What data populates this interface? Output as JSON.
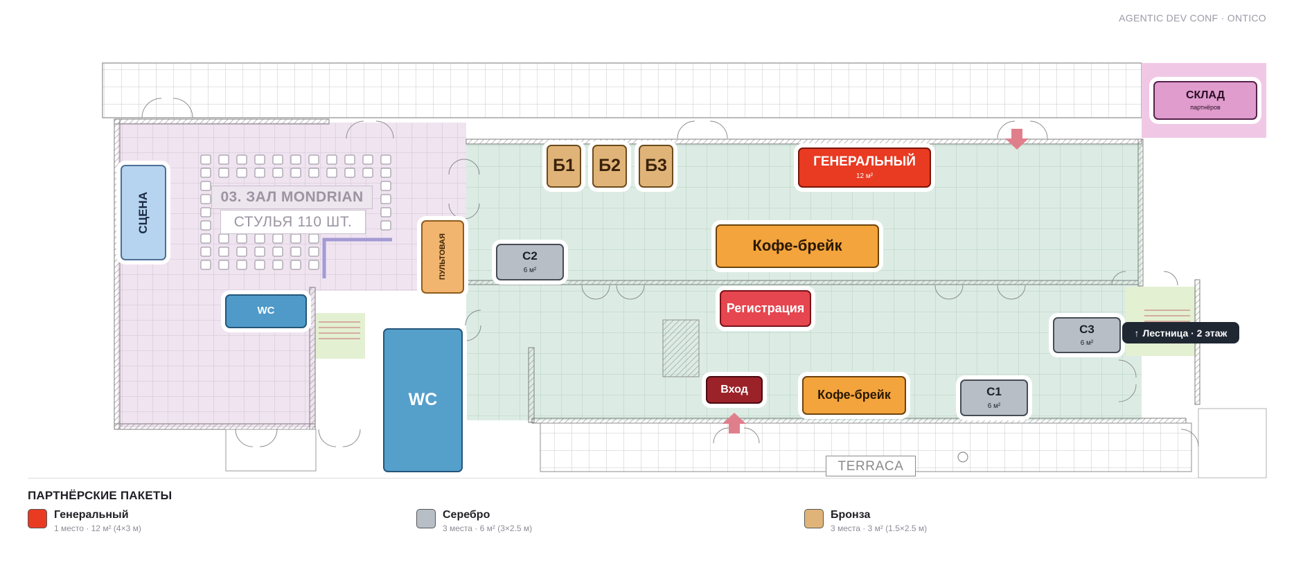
{
  "brand": "AGENTIC DEV CONF · ONTICO",
  "map": {
    "hall_title": "03. ЗАЛ MONDRIAN",
    "hall_chairs": "СТУЛЬЯ 110 ШТ.",
    "terrace": "TERRACA",
    "stairs_label": "Лестница · 2 этаж",
    "stairs_arrow": "↑"
  },
  "zones": {
    "scene": {
      "title": "СЦЕНА"
    },
    "wc_small": {
      "title": "WC"
    },
    "wc_big": {
      "title": "WC"
    },
    "control_room": {
      "title": "ПУЛЬТОВАЯ"
    },
    "c2": {
      "title": "С2",
      "area": "6 м²"
    },
    "c3": {
      "title": "С3",
      "area": "6 м²"
    },
    "c1": {
      "title": "С1",
      "area": "6 м²"
    },
    "b1": {
      "title": "Б1"
    },
    "b2": {
      "title": "Б2"
    },
    "b3": {
      "title": "Б3"
    },
    "general": {
      "title": "ГЕНЕРАЛЬНЫЙ",
      "area": "12 м²"
    },
    "coffee_main": {
      "title": "Кофе-брейк"
    },
    "coffee_second": {
      "title": "Кофе-брейк"
    },
    "registration": {
      "title": "Регистрация"
    },
    "entry": {
      "title": "Вход"
    },
    "storage": {
      "title": "СКЛАД",
      "subtitle": "партнёров"
    }
  },
  "legend": {
    "title": "ПАРТНЁРСКИЕ ПАКЕТЫ",
    "items": [
      {
        "name": "Генеральный",
        "desc": "1 место · 12 м² (4×3 м)",
        "color": "#e93a22"
      },
      {
        "name": "Серебро",
        "desc": "3 места · 6 м² (3×2.5 м)",
        "color": "#b8bec6"
      },
      {
        "name": "Бронза",
        "desc": "3 места · 3 м² (1.5×2.5 м)",
        "color": "#e0b478"
      }
    ]
  },
  "colors": {
    "hall_fill": "#efe4f0",
    "foyer_fill": "#dcece4",
    "storage_zone": "#f0c8e6",
    "stair_zone": "#e3f0d2",
    "arrow": "#e07f8c",
    "stairs_tag": "#1f2733"
  }
}
